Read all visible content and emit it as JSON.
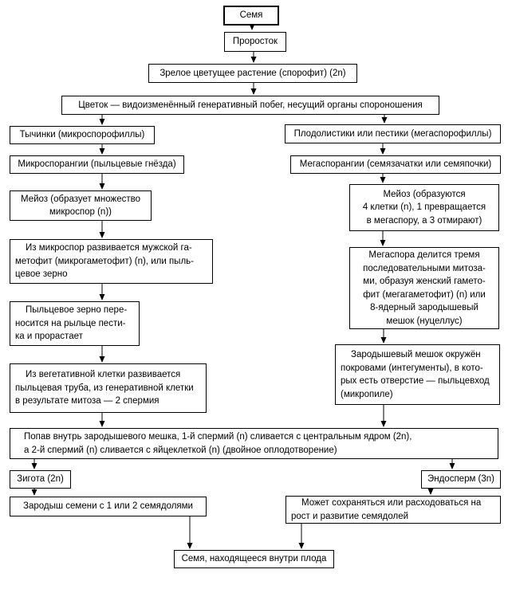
{
  "colors": {
    "border": "#000000",
    "text": "#000000",
    "background": "#ffffff",
    "arrow": "#000000"
  },
  "nodes": {
    "seed": {
      "lines": [
        "Семя"
      ]
    },
    "seedling": {
      "lines": [
        "Проросток"
      ]
    },
    "mature_plant": {
      "lines": [
        "Зрелое цветущее растение (спорофит) (2n)"
      ]
    },
    "flower": {
      "lines": [
        "Цветок — видоизменённый генеративный побег, несущий органы спороношения"
      ]
    },
    "stamens": {
      "lines": [
        "Тычинки (микроспорофиллы)"
      ]
    },
    "carpels": {
      "lines": [
        "Плодолистики или пестики (мегаспорофиллы)"
      ]
    },
    "microsporangia": {
      "lines": [
        "Микроспорангии (пыльцевые гнёзда)"
      ]
    },
    "megasporangia": {
      "lines": [
        "Мегаспорангии (семязачатки или семяпочки)"
      ]
    },
    "meiosis_left": {
      "lines": [
        "Мейоз (образует множество",
        "микроспор (n))"
      ]
    },
    "meiosis_right": {
      "lines": [
        "Мейоз (образуются",
        "4 клетки (n), 1 превращается",
        "в мегаспору, а 3 отмирают)"
      ]
    },
    "male_gametophyte": {
      "lines": [
        "Из микроспор развивается мужской га-",
        "метофит (микрогаметофит) (n), или пыль-",
        "цевое зерно"
      ]
    },
    "megaspore_mitosis": {
      "lines": [
        "Мегаспора делится тремя",
        "последовательными митоза-",
        "ми, образуя женский гамето-",
        "фит (мегагаметофит) (n) или",
        "8-ядерный зародышевый",
        "мешок (нуцеллус)"
      ]
    },
    "pollen_transfer": {
      "lines": [
        "Пыльцевое зерно пере-",
        "носится на рыльце пести-",
        "ка и прорастает"
      ]
    },
    "embryo_sac": {
      "lines": [
        "Зародышевый мешок окружён",
        "покровами (интегументы), в кото-",
        "рых есть отверстие — пыльцевход",
        "(микропиле)"
      ]
    },
    "pollen_tube": {
      "lines": [
        "Из вегетативной клетки развивается",
        "пыльцевая труба, из генеративной клетки",
        "в результате митоза — 2 спермия"
      ]
    },
    "double_fertilization": {
      "lines": [
        "Попав внутрь зародышевого мешка, 1-й спермий (n) сливается с центральным ядром (2n),",
        "а 2-й спермий (n) сливается с яйцеклеткой (n) (двойное оплодотворение)"
      ]
    },
    "zygote": {
      "lines": [
        "Зигота (2n)"
      ]
    },
    "endosperm": {
      "lines": [
        "Эндосперм (3n)"
      ]
    },
    "seed_embryo": {
      "lines": [
        "Зародыш семени с 1 или 2 семядолями"
      ]
    },
    "endosperm_fate": {
      "lines": [
        "Может сохраняться или расходоваться на",
        "рост и развитие семядолей"
      ]
    },
    "seed_in_fruit": {
      "lines": [
        "Семя, находящееся внутри плода"
      ]
    }
  }
}
